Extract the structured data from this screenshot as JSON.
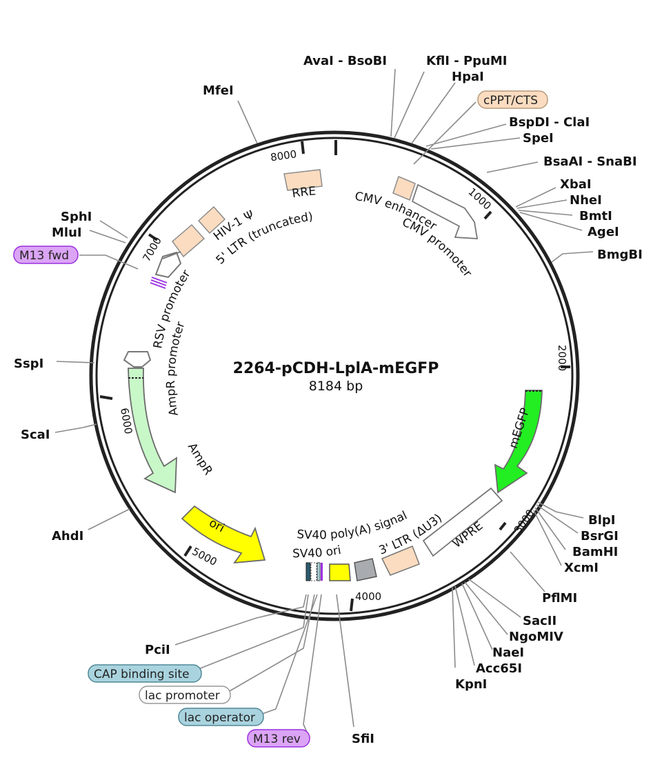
{
  "plasmid": {
    "name": "2264-pCDH-LplA-mEGFP",
    "length_label": "8184 bp"
  },
  "ruler_ticks": [
    "1000",
    "2000",
    "3000",
    "4000",
    "5000",
    "6000",
    "7000",
    "8000"
  ],
  "restriction_sites": [
    "AvaI - BsoBI",
    "KflI - PpuMI",
    "HpaI",
    "MfeI",
    "BspDI - ClaI",
    "SpeI",
    "BsaAI - SnaBI",
    "XbaI",
    "NheI",
    "BmtI",
    "AgeI",
    "BmgBI",
    "SphI",
    "MluI",
    "SspI",
    "ScaI",
    "AhdI",
    "BlpI",
    "BsrGI",
    "BamHI",
    "XcmI",
    "PflMI",
    "SacII",
    "NgoMIV",
    "NaeI",
    "Acc65I",
    "KpnI",
    "PciI",
    "SfiI"
  ],
  "primer_pills": [
    {
      "label": "cPPT/CTS",
      "color": "#fbdcc0"
    },
    {
      "label": "M13 fwd",
      "color": "#dba4f5"
    },
    {
      "label": "CAP binding site",
      "color": "#a9d3de"
    },
    {
      "label": "lac promoter",
      "color": "#ffffff"
    },
    {
      "label": "lac operator",
      "color": "#a9d3de"
    },
    {
      "label": "M13 rev",
      "color": "#dba4f5"
    }
  ],
  "features": {
    "rre": "RRE",
    "hiv_psi": "HIV-1 Ψ",
    "ltr5": "5' LTR (truncated)",
    "cmv_enhancer": "CMV enhancer",
    "cmv_promoter": "CMV promoter",
    "rsv_promoter": "RSV promoter",
    "ampr_promoter": "AmpR promoter",
    "ampr": "AmpR",
    "ori": "ori",
    "megfp": "mEGFP",
    "wpre": "WPRE",
    "ltr3": "3' LTR (ΔU3)",
    "sv40_polya": "SV40 poly(A) signal",
    "sv40_ori": "SV40 ori"
  },
  "colors": {
    "backbone": "#222222",
    "feature_peach": "#fbdcc0",
    "ampr_green": "#c8f7c8",
    "ori_yellow": "#ffff00",
    "megfp_green": "#22ee22",
    "ltr3_gray": "#a8acb0",
    "m13_purple": "#dba4f5",
    "cap_blue": "#a9d3de"
  }
}
